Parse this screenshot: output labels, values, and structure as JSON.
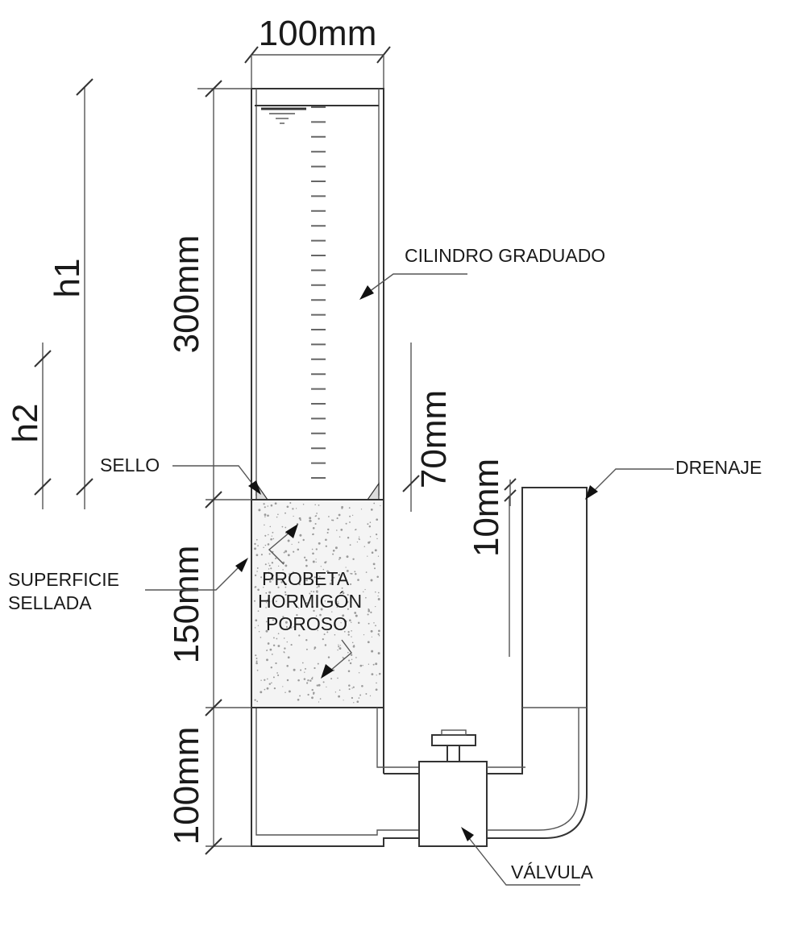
{
  "dimensions": {
    "width_top": "100mm",
    "height_cylinder": "300mm",
    "height_specimen": "150mm",
    "height_base": "100mm",
    "offset_70": "70mm",
    "offset_10": "10mm"
  },
  "heads": {
    "h1": "h1",
    "h2": "h2"
  },
  "labels": {
    "cylinder": "CILINDRO GRADUADO",
    "seal": "SELLO",
    "sealed_surface_line1": "SUPERFICIE",
    "sealed_surface_line2": "SELLADA",
    "specimen_line1": "PROBETA",
    "specimen_line2": "HORMIGÓN",
    "specimen_line3": "POROSO",
    "drain": "DRENAJE",
    "valve": "VÁLVULA"
  },
  "colors": {
    "line": "#333333",
    "concrete_fill": "#f4f4f4"
  }
}
